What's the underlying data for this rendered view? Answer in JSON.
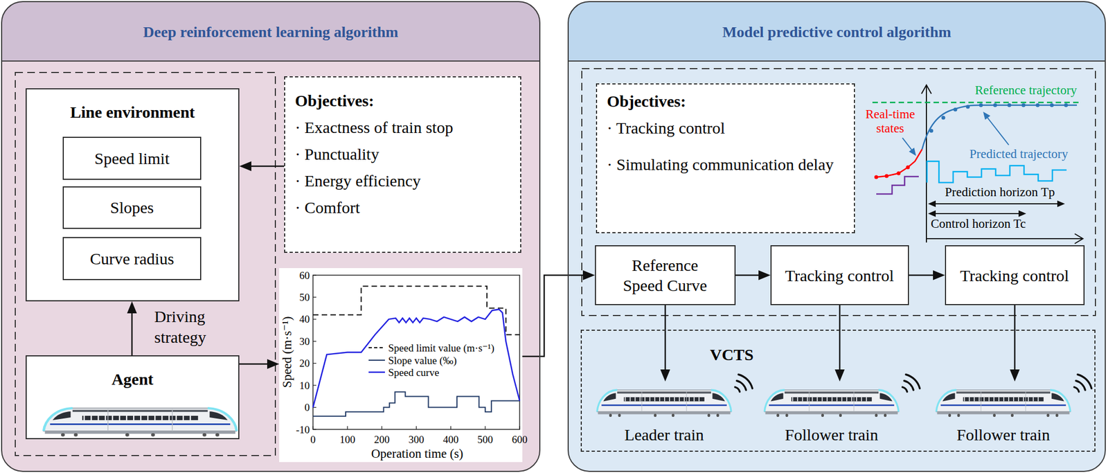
{
  "diagram": {
    "nodes": [
      {
        "text": [
          "Deep reinforcement learning algorithm"
        ]
      },
      {
        "text": [
          "Line environment"
        ],
        "in": 0
      },
      {
        "text": [
          "Speed limit"
        ],
        "in": 1
      },
      {
        "text": [
          "Slopes"
        ],
        "in": 1
      },
      {
        "text": [
          "Curve radius"
        ],
        "in": 1
      },
      {
        "text": [
          "Objectives:",
          "· Exactness of train stop",
          "· Punctuality",
          "· Energy efficiency",
          "· Comfort"
        ],
        "in": 0
      },
      {
        "text": [
          "Agent"
        ],
        "in": 0
      },
      {
        "text": [
          "Speed (m·s⁻¹)",
          "Operation time (s)"
        ],
        "in": 0
      },
      {
        "text": [
          "Model predictive control algorithm"
        ]
      },
      {
        "text": [
          "Objectives:",
          "· Tracking control",
          "· Simulating communication delay"
        ],
        "in": 8
      },
      {
        "text": [
          "Reference Speed Curve"
        ],
        "in": 8
      },
      {
        "text": [
          "Tracking control"
        ],
        "in": 8
      },
      {
        "text": [
          "Tracking control"
        ],
        "in": 8
      },
      {
        "text": [
          "VCTS"
        ],
        "in": 8
      },
      {
        "text": [
          "Leader train"
        ],
        "in": 13
      },
      {
        "text": [
          "Follower train"
        ],
        "in": 13
      },
      {
        "text": [
          "Follower train"
        ],
        "in": 13
      }
    ],
    "edges": [
      {
        "from": 5,
        "to": 1,
        "arrow": "to"
      },
      {
        "from": 6,
        "to": 1,
        "label": "Driving strategy",
        "arrow": "to"
      },
      {
        "from": 6,
        "to": 7,
        "arrow": "to"
      },
      {
        "from": 7,
        "to": 10,
        "arrow": "to"
      },
      {
        "from": 10,
        "to": 11,
        "arrow": "to"
      },
      {
        "from": 11,
        "to": 12,
        "arrow": "to"
      },
      {
        "from": 10,
        "to": 14,
        "arrow": "to"
      },
      {
        "from": 11,
        "to": 15,
        "arrow": "to"
      },
      {
        "from": 12,
        "to": 16,
        "arrow": "to"
      }
    ],
    "labels": [
      "60",
      "50",
      "40",
      "30",
      "20",
      "10",
      "0",
      "-10",
      "0",
      "100",
      "200",
      "300",
      "400",
      "500",
      "600",
      "Reference trajectory",
      "Real-time states",
      "Predicted trajectory",
      "Prediction horizon Tp",
      "Control horizon Tc"
    ],
    "legend": [
      {
        "text": "Speed limit value (m·s⁻¹)"
      },
      {
        "text": "Slope value (‰)"
      },
      {
        "text": "Speed curve"
      }
    ]
  }
}
